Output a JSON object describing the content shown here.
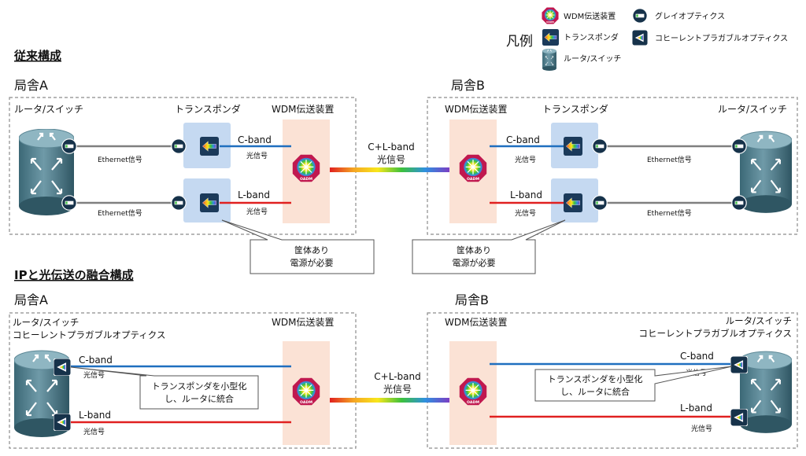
{
  "legend": {
    "title": "凡例",
    "items": [
      {
        "icon": "wdm-device-icon",
        "label": "WDM伝送装置"
      },
      {
        "icon": "transponder-icon",
        "label": "トランスポンダ"
      },
      {
        "icon": "router-switch-icon",
        "label": "ルータ/スイッチ"
      },
      {
        "icon": "grey-optics-icon",
        "label": "グレイオプティクス"
      },
      {
        "icon": "coherent-pluggable-optics-icon",
        "label": "コヒーレントプラガブルオプティクス"
      }
    ]
  },
  "top": {
    "heading": "従来構成",
    "site_a": "局舎A",
    "site_b": "局舎B",
    "router_a_label": "ルータ/スイッチ",
    "router_b_label": "ルータ/スイッチ",
    "transponder_a_label": "トランスポンダ",
    "transponder_b_label": "トランスポンダ",
    "wdm_a_label": "WDM伝送装置",
    "wdm_b_label": "WDM伝送装置",
    "eth": "Ethernet信号",
    "cband": "C-band",
    "lband": "L-band",
    "optical": "光信号",
    "cl_band": "C+L-band",
    "cl_optical": "光信号",
    "callout_a": [
      "筐体あり",
      "電源が必要"
    ],
    "callout_b": [
      "筐体あり",
      "電源が必要"
    ]
  },
  "bottom": {
    "heading": "IPと光伝送の融合構成",
    "site_a": "局舎A",
    "site_b": "局舎B",
    "router_a_label": [
      "ルータ/スイッチ",
      "コヒーレントプラガブルオプティクス"
    ],
    "router_b_label": [
      "ルータ/スイッチ",
      "コヒーレントプラガブルオプティクス"
    ],
    "wdm_a_label": "WDM伝送装置",
    "wdm_b_label": "WDM伝送装置",
    "cband": "C-band",
    "lband": "L-band",
    "optical": "光信号",
    "cl_band": "C+L-band",
    "cl_optical": "光信号",
    "callout_a": [
      "トランスポンダを小型化",
      "し、ルータに統合"
    ],
    "callout_b": [
      "トランスポンダを小型化",
      "し、ルータに統合"
    ]
  },
  "colors": {
    "cband": "#1f6fbf",
    "lband": "#e02020",
    "ethernet": "#7f7f7f",
    "transponder_bg": "#c5d9f1",
    "wdm_bg": "#fbe2d5",
    "router": "#4a7a8a"
  }
}
